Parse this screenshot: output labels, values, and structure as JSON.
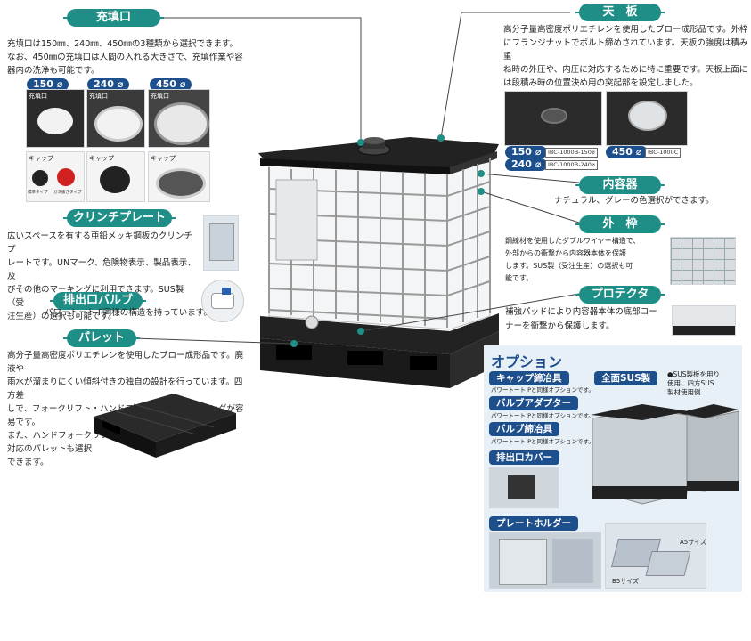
{
  "sections": {
    "filling_port": {
      "title": "充填口",
      "text": [
        "充填口は150㎜、240㎜、450㎜の3種類から選択できます。",
        "なお、450㎜の充填口は人間の入れる大きさで、充填作業や容",
        "器内の洗浄も可能です。"
      ],
      "sizes": [
        "150",
        "240",
        "450"
      ],
      "size_unit": "⌀",
      "photo_label": "充填口",
      "cap_label": "キャップ",
      "cap_notes": [
        "標準タイプ",
        "ガス抜きタイプ"
      ]
    },
    "top_plate": {
      "title": "天　板",
      "text": [
        "高分子量高密度ポリエチレンを使用したブロー成形品です。外枠",
        "にフランジナットでボルト締めされています。天板の強度は積み重",
        "ね時の外圧や、内圧に対応するために特に重要です。天板上面に",
        "は段積み時の位置決め用の突起部を設定しました。"
      ],
      "badges": [
        "150",
        "240",
        "450"
      ],
      "models": [
        "IBC-1000B-150⌀",
        "IBC-1000B-240⌀",
        "IBC-1000C"
      ]
    },
    "inner_container": {
      "title": "内容器",
      "text": "ナチュラル、グレーの色選択ができます。"
    },
    "clinch_plate": {
      "title": "クリンチプレート",
      "text": [
        "広いスペースを有する亜鉛メッキ鋼板のクリンチプ",
        "レートです。UNマーク、危険物表示、製品表示、及",
        "びその他のマーキングに利用できます。SUS製（受",
        "注生産）の選択も可能です。"
      ]
    },
    "outer_frame": {
      "title": "外　枠",
      "text": [
        "鋼線材を使用したダブルワイヤー構造で、",
        "外部からの衝撃から内容器本体を保護",
        "します。SUS製（受注生産）の選択も可",
        "能です。"
      ]
    },
    "drain_valve": {
      "title": "排出口バルブ",
      "text": "パワートート P同様の構造を持っています。"
    },
    "protector": {
      "title": "プロテクタ",
      "text": [
        "補強パッドにより内容器本体の底部コー",
        "ナーを衝撃から保護します。"
      ]
    },
    "pallet": {
      "title": "パレット",
      "text": [
        "高分子量高密度ポリエチレンを使用したブロー成形品です。廃液や",
        "雨水が溜まりにくい傾斜付きの独自の設計を行っています。四方差",
        "しで、フォークリフト・ハンドフォークでのハンドリングが容易です。",
        "また、ハンドフォークリフト",
        "対応のパレットも選択",
        "できます。"
      ]
    },
    "options": {
      "title": "オプション",
      "items": [
        {
          "label": "キャップ締冶具",
          "note": "パワートート Pと同様オプションです。"
        },
        {
          "label": "バルブアダプター",
          "note": "パワートート Pと同様オプションです。"
        },
        {
          "label": "バルブ締冶具",
          "note": "パワートート Pと同様オプションです。"
        },
        {
          "label": "排出口カバー",
          "note": ""
        },
        {
          "label": "プレートホルダー",
          "note": ""
        }
      ],
      "sus": {
        "label": "全面SUS製",
        "note": [
          "●SUS製板を用り",
          "使用、四方SUS",
          "製材使用例"
        ]
      },
      "sizes": [
        "A5サイズ",
        "B5サイズ"
      ]
    }
  },
  "colors": {
    "accent": "#1f8e86",
    "option_blue": "#1d4f8c",
    "option_bg": "#e8f0f7"
  }
}
